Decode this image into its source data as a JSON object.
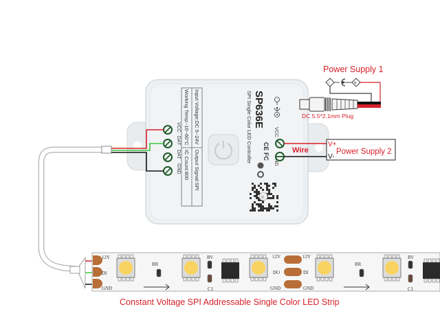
{
  "controller": {
    "model": "SP636E",
    "subtitle": "SPI Single Color LED Controller",
    "spec_input_voltage": "Input Voltage:DC 5~24V",
    "spec_working_temp": "Working Temp:-10~60°C",
    "spec_output_signal": "Output Signal:SPI",
    "spec_ic_count": "IC Count:800",
    "left_terminals": [
      "VCC",
      "DAT",
      "DAT",
      "GND"
    ],
    "right_terminals": [
      "VCC",
      "GND"
    ],
    "button_icon": "power-icon",
    "cert_icons": [
      "ce-icon",
      "fc-icon",
      "recycle-icon",
      "weee-icon"
    ]
  },
  "power_supply_1": {
    "title": "Power Supply 1",
    "polarity_minus": "-",
    "polarity_plus": "+",
    "plug_label": "DC 5.5*2.1mm Plug"
  },
  "power_supply_2": {
    "title": "Power Supply 2",
    "v_plus": "V+",
    "v_minus": "V-",
    "wire_label": "Wire"
  },
  "strip": {
    "caption": "Constant Voltage SPI Addressable Single Color LED Strip",
    "input_pads": [
      "12V",
      "DI",
      "GND"
    ],
    "joint_left_pads": [
      "12V",
      "DO",
      "GND"
    ],
    "joint_right_pads": [
      "12V",
      "DI",
      "GND"
    ],
    "component_labels": {
      "rr": "RR",
      "rv": "RV",
      "c1": "C1"
    }
  },
  "colors": {
    "accent_red": "#d6212a",
    "wire_green": "#3cc43c",
    "wire_black": "#111111",
    "terminal_green": "#1f5a2a",
    "pad_copper": "#b86e37",
    "led_yellow": "#f8d360"
  }
}
